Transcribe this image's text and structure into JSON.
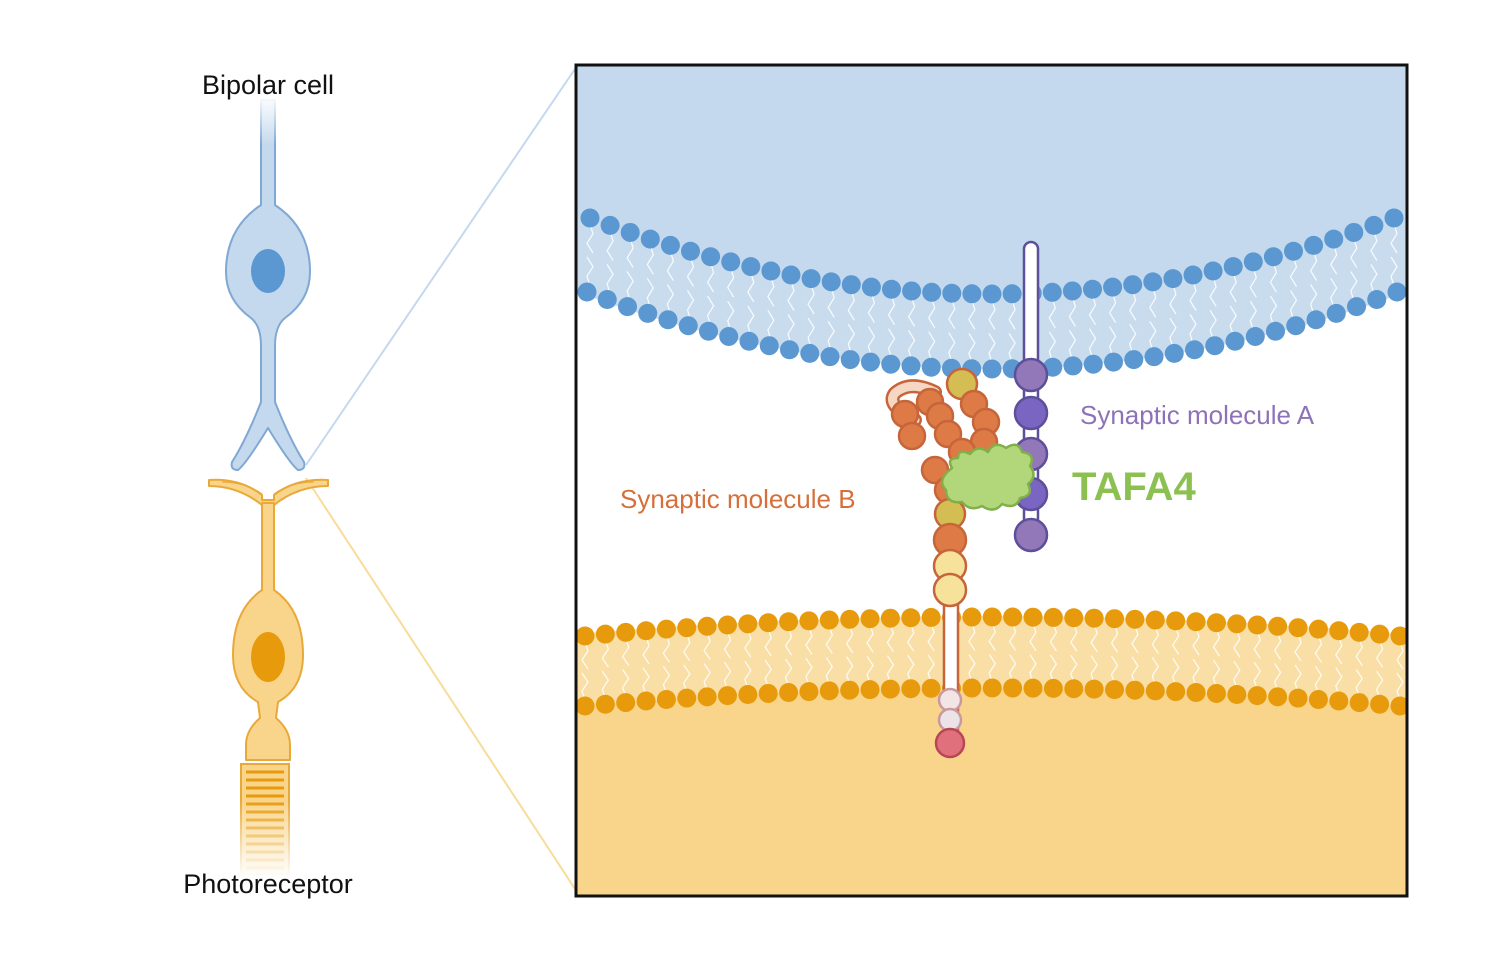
{
  "labels": {
    "bipolar_cell": "Bipolar cell",
    "photoreceptor": "Photoreceptor",
    "synaptic_molecule_a": "Synaptic molecule A",
    "synaptic_molecule_b": "Synaptic molecule B",
    "tafa4": "TAFA4"
  },
  "colors": {
    "bipolar_fill": "#c4d9ee",
    "bipolar_stroke": "#7fa8d2",
    "bipolar_nucleus": "#5b97d0",
    "membrane_blue_head": "#5b97d0",
    "photoreceptor_fill": "#f9d58c",
    "photoreceptor_stroke": "#e9a93a",
    "photoreceptor_nucleus": "#e79b0c",
    "membrane_yellow_head": "#e79b0c",
    "molecule_a": "#9278b8",
    "molecule_a_dark": "#7a66c2",
    "molecule_b": "#dd7a45",
    "molecule_b_dark": "#c7653a",
    "molecule_b_yellow": "#d4bd52",
    "molecule_b_pale": "#f6e29a",
    "molecule_b_pink": "#e0707c",
    "tafa4": "#b2d77a",
    "tafa4_stroke": "#7fb04a",
    "tafa4_text": "#8cc152",
    "label_a": "#8e72b7",
    "label_b": "#d66f3a",
    "frame": "#111111"
  }
}
